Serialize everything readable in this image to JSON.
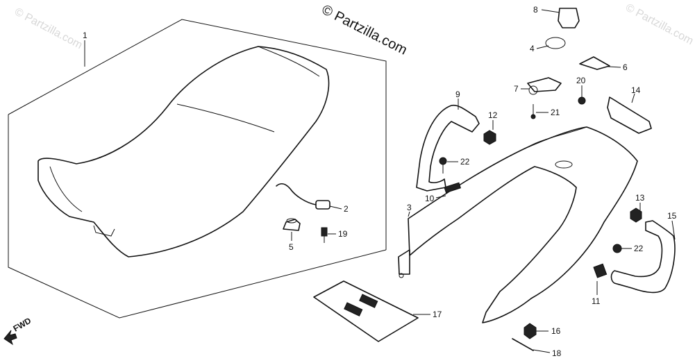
{
  "watermark": {
    "main": "© Partzilla.com",
    "corner_left": "© Partzilla.com",
    "corner_right": "© Partzilla.com"
  },
  "direction_marker": "FWD",
  "callouts": [
    "1",
    "2",
    "3",
    "4",
    "5",
    "6",
    "7",
    "8",
    "9",
    "10",
    "11",
    "12",
    "13",
    "14",
    "15",
    "16",
    "17",
    "18",
    "19",
    "20",
    "21",
    "22",
    "22"
  ]
}
